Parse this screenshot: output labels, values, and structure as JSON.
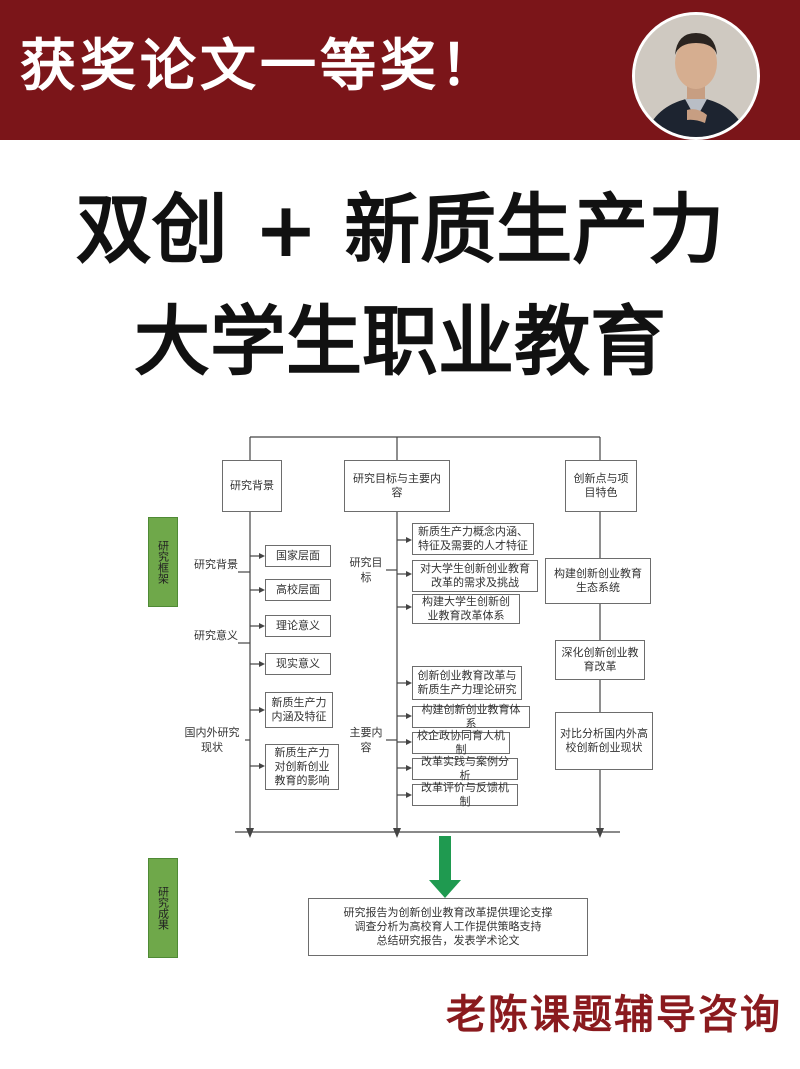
{
  "banner": {
    "text": "获奖论文一等奖！"
  },
  "headline": {
    "line1": "双创 + 新质生产力",
    "line2": "大学生职业教育"
  },
  "diagram": {
    "left_tags": {
      "framework": "研究框架",
      "outcome": "研究成果"
    },
    "columns": {
      "background": "研究背景",
      "goals": "研究目标与主要内容",
      "innovation": "创新点与项目特色"
    },
    "background_groups": [
      {
        "label": "研究背景",
        "items": [
          "国家层面",
          "高校层面"
        ]
      },
      {
        "label": "研究意义",
        "items": [
          "理论意义",
          "现实意义"
        ]
      },
      {
        "label": "国内外研究现状",
        "items": [
          "新质生产力内涵及特征",
          "新质生产力对创新创业教育的影响"
        ]
      }
    ],
    "goal_groups": [
      {
        "label": "研究目标",
        "items": [
          "新质生产力概念内涵、特征及需要的人才特征",
          "对大学生创新创业教育改革的需求及挑战",
          "构建大学生创新创业教育改革体系"
        ]
      },
      {
        "label": "主要内容",
        "items": [
          "创新创业教育改革与新质生产力理论研究",
          "构建创新创业教育体系",
          "校企政协同育人机制",
          "改革实践与案例分析",
          "改革评价与反馈机制"
        ]
      }
    ],
    "innovation_items": [
      "构建创新创业教育生态系统",
      "深化创新创业教育改革",
      "对比分析国内外高校创新创业现状"
    ],
    "outcome_lines": [
      "研究报告为创新创业教育改革提供理论支撑",
      "调查分析为高校育人工作提供策略支持",
      "总结研究报告，发表学术论文"
    ]
  },
  "footer": {
    "text": "老陈课题辅导咨询"
  },
  "colors": {
    "banner": "#7b1519",
    "tag_green": "#6fa84a",
    "arrow_green": "#1f9a50",
    "footer_red": "#8a1a1e"
  }
}
